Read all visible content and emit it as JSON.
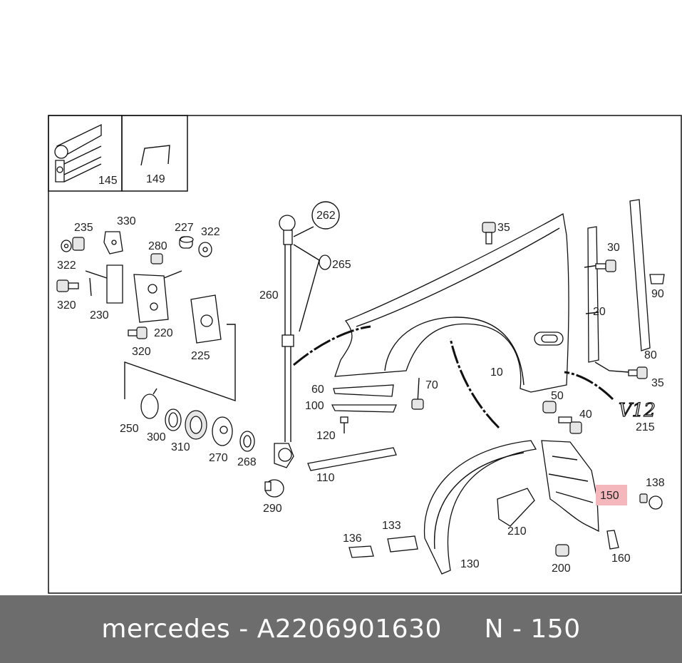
{
  "footer": {
    "brand": "mercedes",
    "separator": "-",
    "part_number": "A2206901630",
    "position_label": "N - 150"
  },
  "highlight": {
    "label": "150",
    "color": "#f4b8bc"
  },
  "callouts": {
    "c262": "262",
    "c265": "265",
    "c260": "260"
  },
  "labels": {
    "l145": "145",
    "l149": "149",
    "l235": "235",
    "l330": "330",
    "l227": "227",
    "l322a": "322",
    "l280": "280",
    "l322b": "322",
    "l320a": "320",
    "l230": "230",
    "l220": "220",
    "l320b": "320",
    "l225": "225",
    "l250": "250",
    "l300": "300",
    "l310": "310",
    "l270": "270",
    "l268": "268",
    "l290": "290",
    "l35a": "35",
    "l30": "30",
    "l90": "90",
    "l20": "20",
    "l80": "80",
    "l35b": "35",
    "l10": "10",
    "l50": "50",
    "l40": "40",
    "l215": "215",
    "l60": "60",
    "l100": "100",
    "l70": "70",
    "l120": "120",
    "l110": "110",
    "l136": "136",
    "l133": "133",
    "l130": "130",
    "l210": "210",
    "l200": "200",
    "l160": "160",
    "l138": "138"
  },
  "badge": "V12"
}
